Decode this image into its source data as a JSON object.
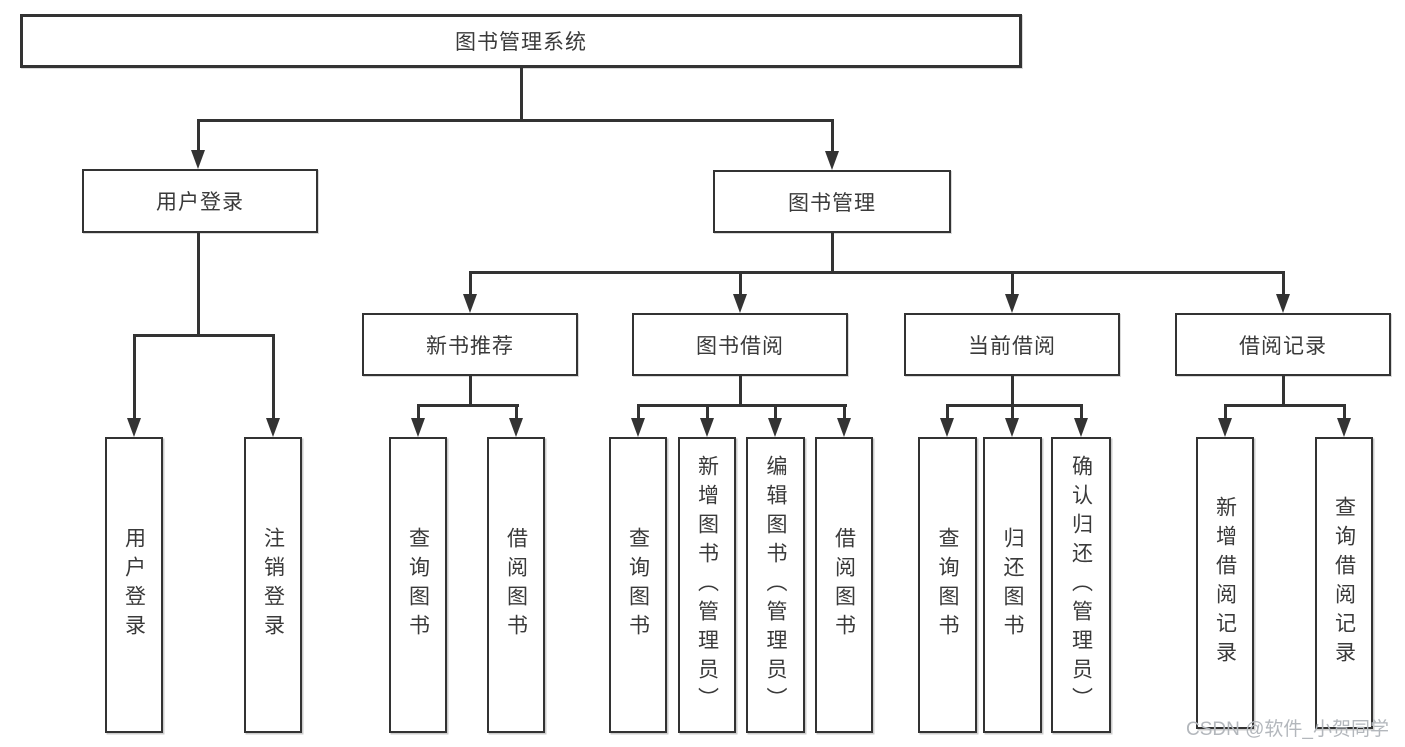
{
  "colors": {
    "line": "#333333",
    "text": "#3a3a3a",
    "watermark": "#b3b7bc",
    "background": "#ffffff"
  },
  "watermark": {
    "text": "CSDN @软件_小贺同学"
  },
  "tree": {
    "root": {
      "label": "图书管理系统"
    },
    "branches": [
      {
        "label": "用户登录",
        "children": [
          {
            "label": "用户登录"
          },
          {
            "label": "注销登录"
          }
        ]
      },
      {
        "label": "图书管理",
        "children": [
          {
            "label": "新书推荐",
            "children": [
              {
                "label": "查询图书"
              },
              {
                "label": "借阅图书"
              }
            ]
          },
          {
            "label": "图书借阅",
            "children": [
              {
                "label": "查询图书"
              },
              {
                "label": "新增图书（管理员）"
              },
              {
                "label": "编辑图书（管理员）"
              },
              {
                "label": "借阅图书"
              }
            ]
          },
          {
            "label": "当前借阅",
            "children": [
              {
                "label": "查询图书"
              },
              {
                "label": "归还图书"
              },
              {
                "label": "确认归还（管理员）"
              }
            ]
          },
          {
            "label": "借阅记录",
            "children": [
              {
                "label": "新增借阅记录"
              },
              {
                "label": "查询借阅记录"
              }
            ]
          }
        ]
      }
    ]
  }
}
